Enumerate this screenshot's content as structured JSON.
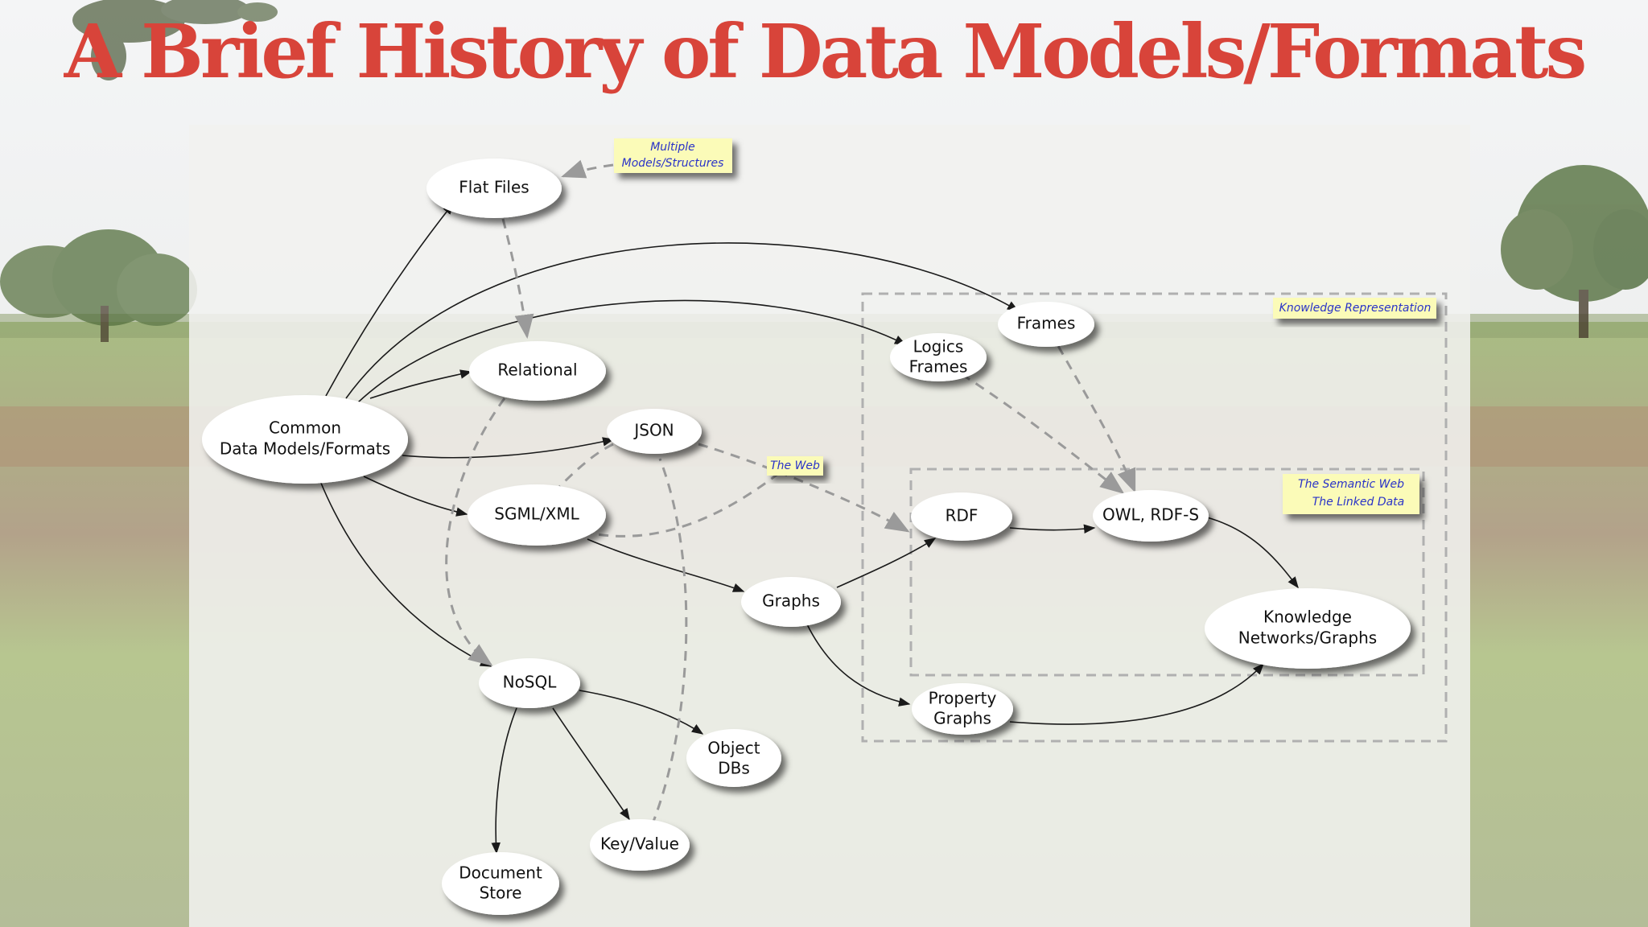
{
  "title": "A Brief History of Data Models/Formats",
  "colors": {
    "title": "#d8443a",
    "note_fill": "#fbfbb8",
    "note_text": "#2a33c8",
    "solid_edge": "#1a1a1a",
    "dashed_edge": "#9a9a9a"
  },
  "nodes": {
    "flat_files": [
      "Flat Files"
    ],
    "relational": [
      "Relational"
    ],
    "common": [
      "Common",
      "Data Models/Formats"
    ],
    "json": [
      "JSON"
    ],
    "sgml": [
      "SGML/XML"
    ],
    "graphs": [
      "Graphs"
    ],
    "nosql": [
      "NoSQL"
    ],
    "object_dbs": [
      "Object",
      "DBs"
    ],
    "key_value": [
      "Key/Value"
    ],
    "document_store": [
      "Document",
      "Store"
    ],
    "frames": [
      "Frames"
    ],
    "logics_frames": [
      "Logics",
      "Frames"
    ],
    "rdf": [
      "RDF"
    ],
    "owl": [
      "OWL, RDF-S"
    ],
    "knowledge": [
      "Knowledge",
      "Networks/Graphs"
    ],
    "property_graphs": [
      "Property",
      "Graphs"
    ]
  },
  "notes": {
    "multiple": [
      "Multiple",
      "Models/Structures"
    ],
    "the_web": [
      "The Web"
    ],
    "knowledge_representation": [
      "Knowledge Representation"
    ],
    "semantic_web": [
      "The Semantic Web",
      "The Linked Data"
    ]
  }
}
